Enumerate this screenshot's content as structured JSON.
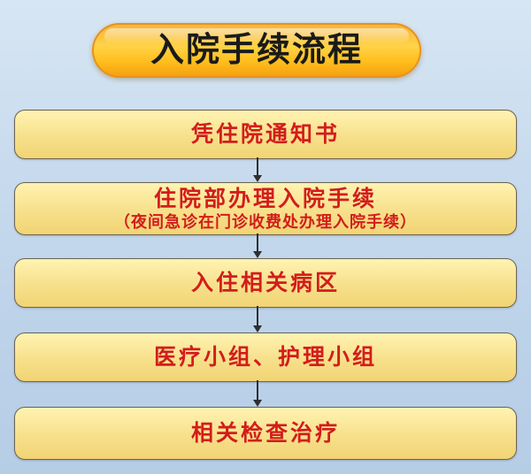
{
  "title": "入院手续流程",
  "steps": [
    {
      "main": "凭住院通知书",
      "sub": ""
    },
    {
      "main": "住院部办理入院手续",
      "sub": "（夜间急诊在门诊收费处办理入院手续）"
    },
    {
      "main": "入住相关病区",
      "sub": ""
    },
    {
      "main": "医疗小组、护理小组",
      "sub": ""
    },
    {
      "main": "相关检查治疗",
      "sub": ""
    }
  ],
  "colors": {
    "step_text": "#d21d1c",
    "step_fill": "#f7e08b",
    "title_fill": "#ffc52a",
    "background": "#c8dbee"
  }
}
